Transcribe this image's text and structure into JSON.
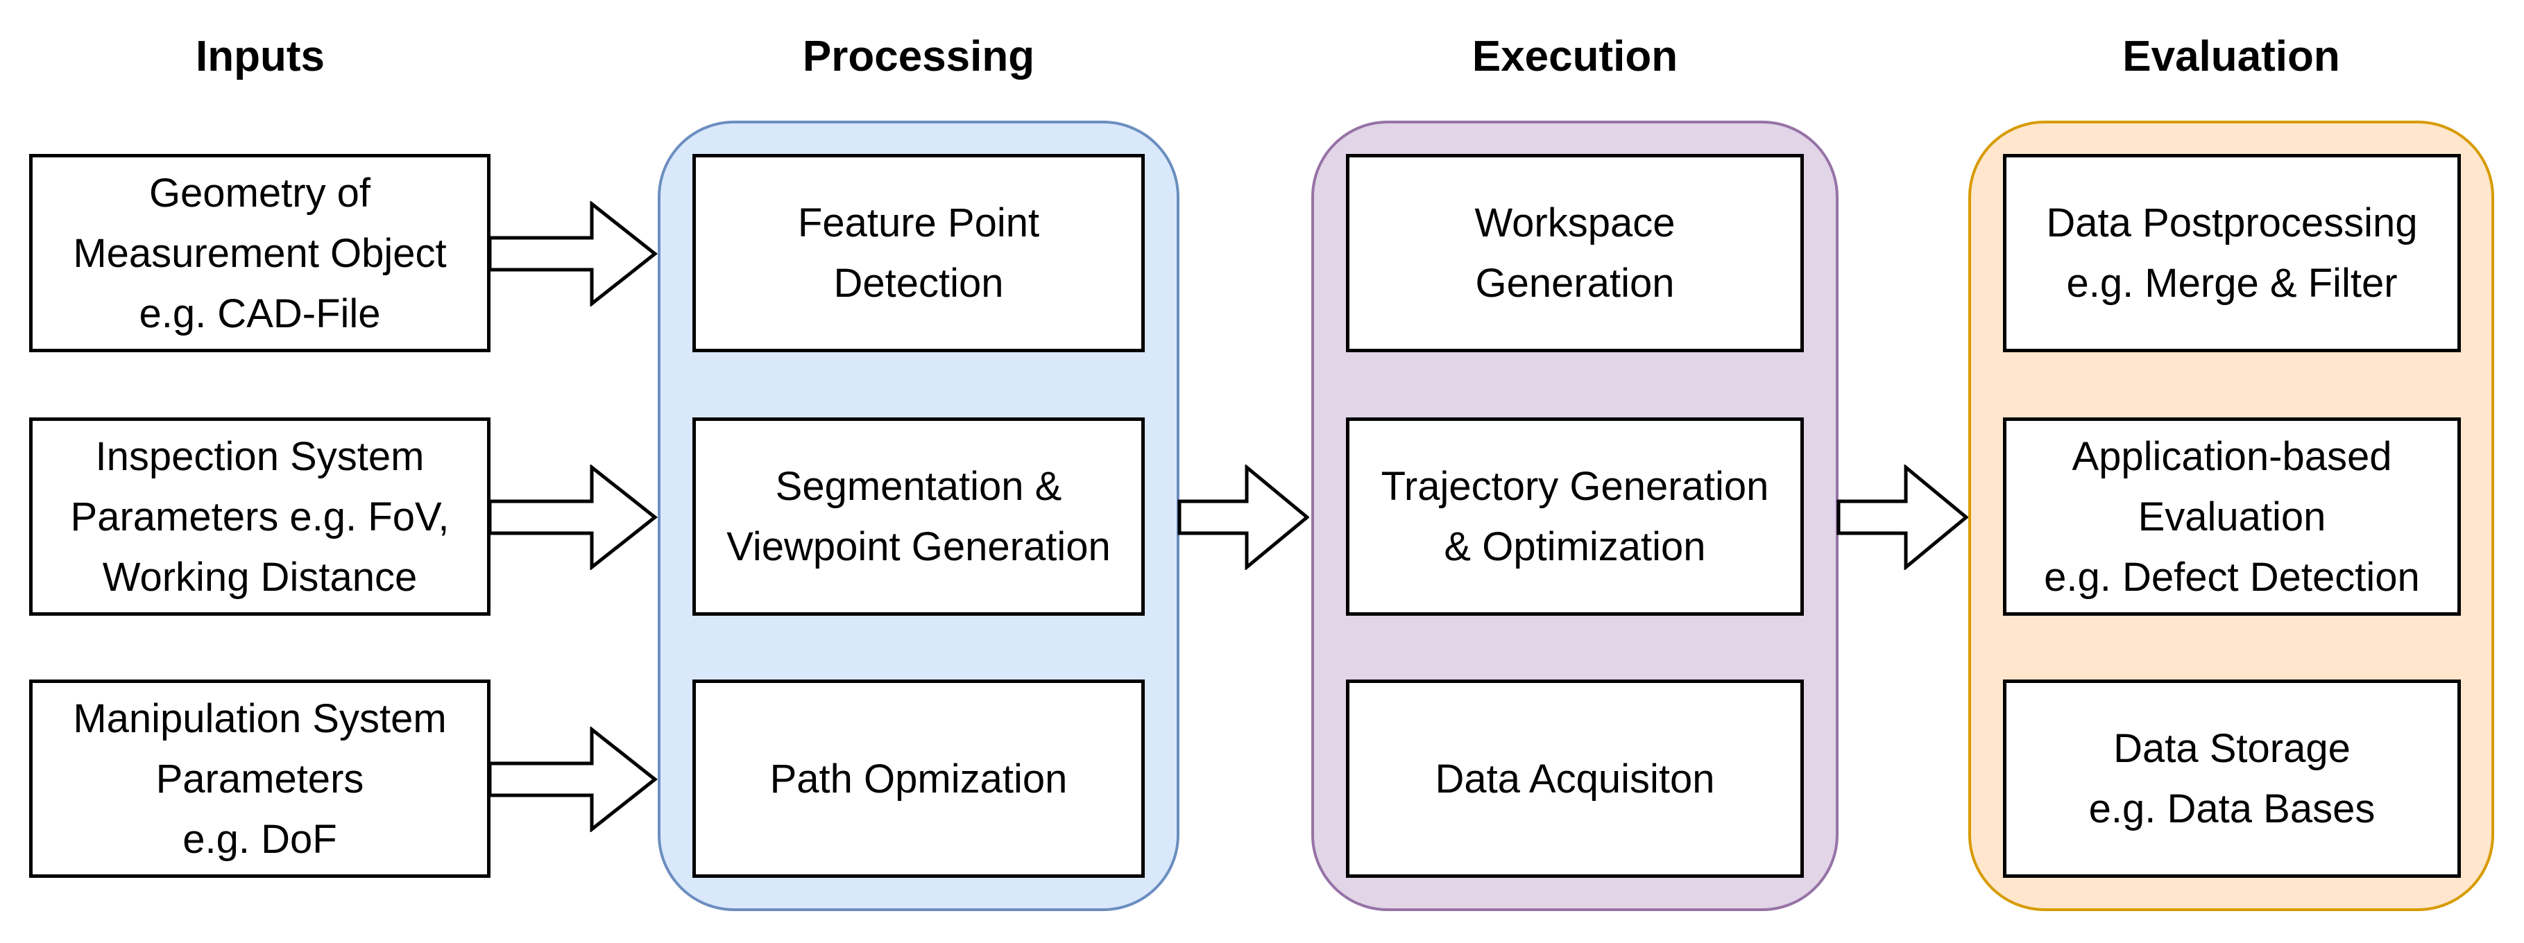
{
  "headers": {
    "inputs": "Inputs",
    "processing": "Processing",
    "execution": "Execution",
    "evaluation": "Evaluation"
  },
  "inputs": {
    "boxes": [
      "Geometry of\nMeasurement Object\ne.g. CAD-File",
      "Inspection System\nParameters e.g. FoV,\nWorking Distance",
      "Manipulation System\nParameters\ne.g. DoF"
    ]
  },
  "processing": {
    "fill": "#dae8fc",
    "stroke": "#6c8ebf",
    "boxes": [
      "Feature Point\nDetection",
      "Segmentation &\nViewpoint Generation",
      "Path Opmization"
    ]
  },
  "execution": {
    "fill": "#e1d5e7",
    "stroke": "#9673a6",
    "boxes": [
      "Workspace\nGeneration",
      "Trajectory Generation\n& Optimization",
      "Data Acquisiton"
    ]
  },
  "evaluation": {
    "fill": "#ffe6cc",
    "stroke": "#d79b00",
    "boxes": [
      "Data Postprocessing\ne.g. Merge & Filter",
      "Application-based\nEvaluation\ne.g. Defect Detection",
      "Data Storage\ne.g. Data Bases"
    ]
  },
  "inner_box": {
    "fill": "#ffffff",
    "stroke": "#000000"
  },
  "arrow_style": {
    "fill": "#ffffff",
    "stroke": "#000000"
  }
}
